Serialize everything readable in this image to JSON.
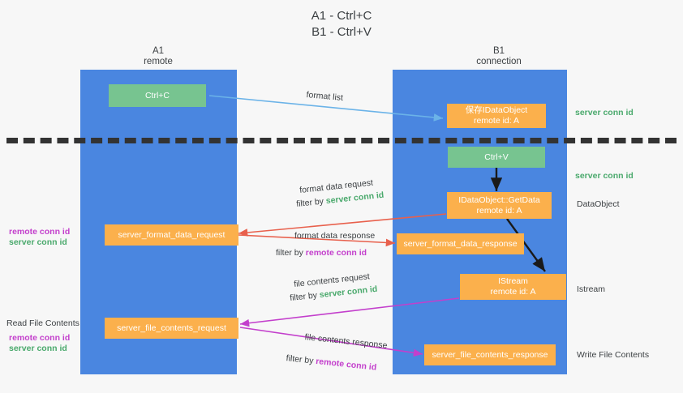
{
  "title": {
    "line1": "A1 - Ctrl+C",
    "line2": "B1 - Ctrl+V"
  },
  "colors": {
    "lane": "#4a86e0",
    "green_box": "#77c490",
    "orange_box": "#fbb04c",
    "green_text": "#4aa96c",
    "magenta_text": "#c33fcc",
    "body_text": "#3c4043",
    "background": "#f7f7f7",
    "divider": "#333333",
    "arrow_blue": "#6bb3e8",
    "arrow_red": "#e8604c",
    "arrow_magenta": "#c33fcc",
    "arrow_black": "#1a1a1a"
  },
  "lanes": [
    {
      "name": "A1",
      "subtitle": "remote"
    },
    {
      "name": "B1",
      "subtitle": "connection"
    }
  ],
  "boxes": {
    "ctrl_c": {
      "line1": "Ctrl+C",
      "line2": ""
    },
    "save_idataobject": {
      "line1": "保存IDataObject",
      "line2": "remote id: A"
    },
    "ctrl_v": {
      "line1": "Ctrl+V",
      "line2": ""
    },
    "getdata": {
      "line1": "IDataObject::GetData",
      "line2": "remote id: A"
    },
    "format_data_request": {
      "line1": "server_format_data_request",
      "line2": ""
    },
    "format_data_response": {
      "line1": "server_format_data_response",
      "line2": ""
    },
    "istream": {
      "line1": "IStream",
      "line2": "remote id: A"
    },
    "file_contents_request": {
      "line1": "server_file_contents_request",
      "line2": ""
    },
    "file_contents_response": {
      "line1": "server_file_contents_response",
      "line2": ""
    }
  },
  "labels": {
    "format_list": "format list",
    "server_conn_id_top": "server conn id",
    "server_conn_id_mid": "server conn id",
    "dataobject": "DataObject",
    "istream_side": "Istream",
    "write_file_contents": "Write File Contents",
    "read_file_contents": "Read File Contents",
    "remote_conn_id_left_1": "remote conn id",
    "server_conn_id_left_1": "server conn id",
    "remote_conn_id_left_2": "remote conn id",
    "server_conn_id_left_2": "server conn id",
    "format_data_request": "format data request",
    "format_data_response": "format data response",
    "file_contents_request": "file contents request",
    "file_contents_response": "file contents response",
    "filter_by": "filter by ",
    "filter_server_conn_id": "server conn id",
    "filter_remote_conn_id": "remote conn id"
  }
}
